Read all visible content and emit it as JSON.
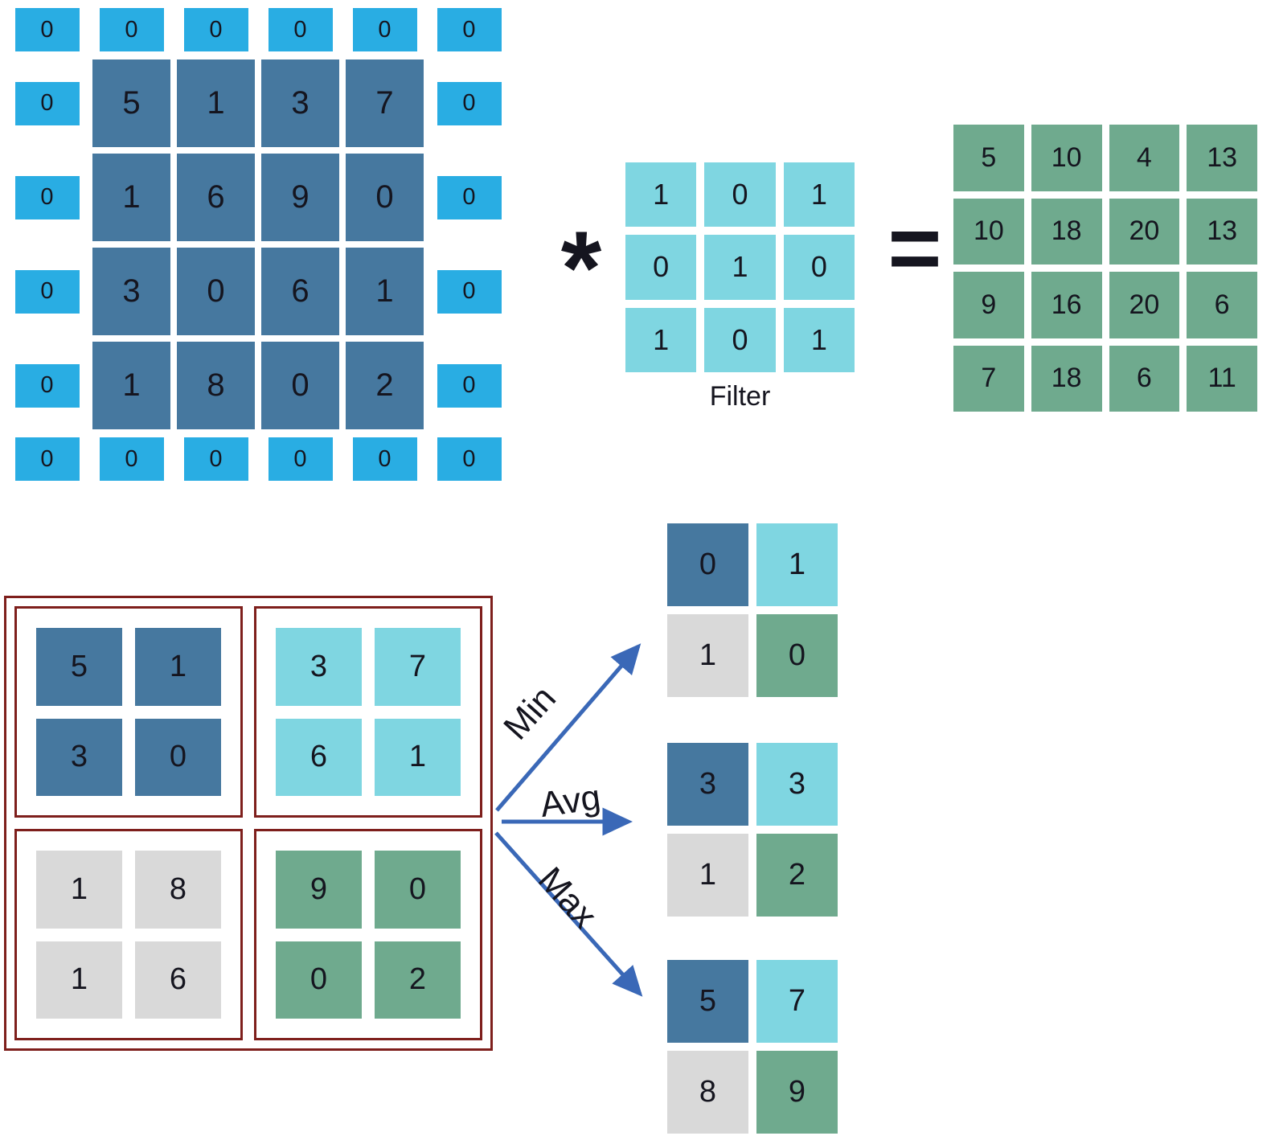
{
  "colors": {
    "padding_cell": "#29ade3",
    "input_cell": "#46789f",
    "filter_cell": "#7fd6e1",
    "output_cell": "#6faa8e",
    "gray_cell": "#d9d9d9",
    "pool_border": "#7e1f1c",
    "arrow": "#3a68b7",
    "text": "#15151f"
  },
  "convolution": {
    "operator_symbol": "*",
    "equals_symbol": "=",
    "padded_input": {
      "rows": [
        [
          0,
          0,
          0,
          0,
          0,
          0
        ],
        [
          0,
          5,
          1,
          3,
          7,
          0
        ],
        [
          0,
          1,
          6,
          9,
          0,
          0
        ],
        [
          0,
          3,
          0,
          6,
          1,
          0
        ],
        [
          0,
          1,
          8,
          0,
          2,
          0
        ],
        [
          0,
          0,
          0,
          0,
          0,
          0
        ]
      ]
    },
    "filter": {
      "label": "Filter",
      "rows": [
        [
          1,
          0,
          1
        ],
        [
          0,
          1,
          0
        ],
        [
          1,
          0,
          1
        ]
      ]
    },
    "output": {
      "rows": [
        [
          5,
          10,
          4,
          13
        ],
        [
          10,
          18,
          20,
          13
        ],
        [
          9,
          16,
          20,
          6
        ],
        [
          7,
          18,
          6,
          11
        ]
      ]
    }
  },
  "pooling": {
    "quadrants": [
      {
        "position": "top-left",
        "color_key": "input_cell",
        "values": [
          5,
          1,
          3,
          0
        ]
      },
      {
        "position": "top-right",
        "color_key": "filter_cell",
        "values": [
          3,
          7,
          6,
          1
        ]
      },
      {
        "position": "bottom-left",
        "color_key": "gray_cell",
        "values": [
          1,
          8,
          1,
          6
        ]
      },
      {
        "position": "bottom-right",
        "color_key": "output_cell",
        "values": [
          9,
          0,
          0,
          2
        ]
      }
    ],
    "result_cell_color_keys": [
      "input_cell",
      "filter_cell",
      "gray_cell",
      "output_cell"
    ],
    "operations": [
      {
        "label": "Min",
        "values": [
          0,
          1,
          1,
          0
        ]
      },
      {
        "label": "Avg",
        "values": [
          3,
          3,
          1,
          2
        ]
      },
      {
        "label": "Max",
        "values": [
          5,
          7,
          8,
          9
        ]
      }
    ]
  }
}
